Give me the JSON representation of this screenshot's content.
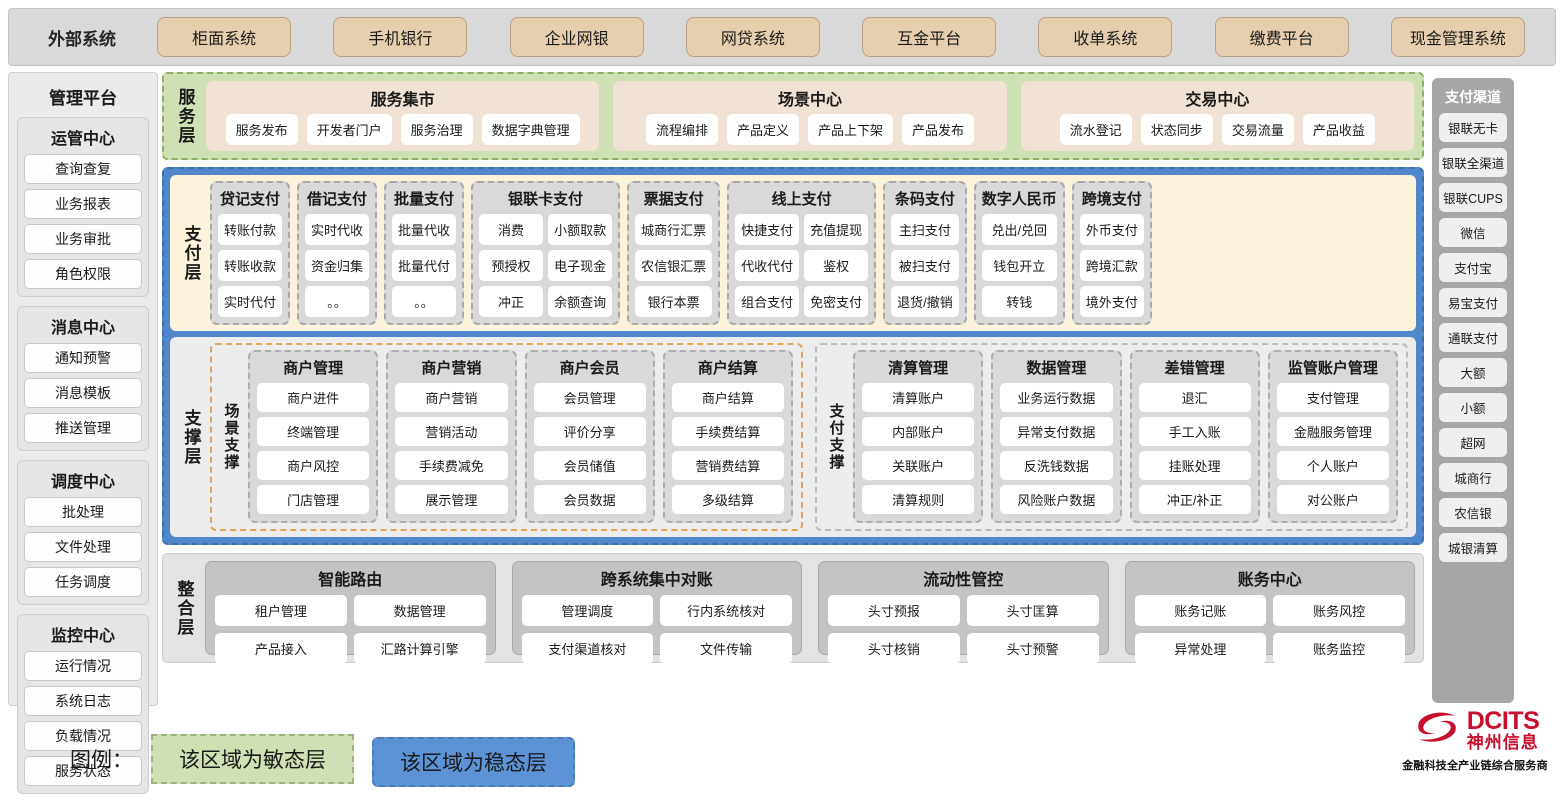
{
  "external": {
    "title": "外部系统",
    "items": [
      "柜面系统",
      "手机银行",
      "企业网银",
      "网贷系统",
      "互金平台",
      "收单系统",
      "缴费平台",
      "现金管理系统"
    ]
  },
  "left_panel": {
    "title": "管理平台",
    "groups": [
      {
        "title": "运管中心",
        "items": [
          "查询查复",
          "业务报表",
          "业务审批",
          "角色权限"
        ]
      },
      {
        "title": "消息中心",
        "items": [
          "通知预警",
          "消息模板",
          "推送管理"
        ]
      },
      {
        "title": "调度中心",
        "items": [
          "批处理",
          "文件处理",
          "任务调度"
        ]
      },
      {
        "title": "监控中心",
        "items": [
          "运行情况",
          "系统日志",
          "负载情况",
          "服务状态"
        ]
      }
    ]
  },
  "right_panel": {
    "title": "支付渠道",
    "items": [
      "银联无卡",
      "银联全渠道",
      "银联CUPS",
      "微信",
      "支付宝",
      "易宝支付",
      "通联支付",
      "大额",
      "小额",
      "超网",
      "城商行",
      "农信银",
      "城银清算"
    ]
  },
  "service_layer": {
    "label": "服务层",
    "cards": [
      {
        "title": "服务集市",
        "items": [
          "服务发布",
          "开发者门户",
          "服务治理",
          "数据字典管理"
        ]
      },
      {
        "title": "场景中心",
        "items": [
          "流程编排",
          "产品定义",
          "产品上下架",
          "产品发布"
        ]
      },
      {
        "title": "交易中心",
        "items": [
          "流水登记",
          "状态同步",
          "交易流量",
          "产品收益"
        ]
      }
    ]
  },
  "payment_layer": {
    "label": "支付层",
    "groups": [
      {
        "title": "贷记支付",
        "cols": 1,
        "items": [
          "转账付款",
          "转账收款",
          "实时代付"
        ]
      },
      {
        "title": "借记支付",
        "cols": 1,
        "items": [
          "实时代收",
          "资金归集",
          "。。"
        ]
      },
      {
        "title": "批量支付",
        "cols": 1,
        "items": [
          "批量代收",
          "批量代付",
          "。。"
        ]
      },
      {
        "title": "银联卡支付",
        "cols": 2,
        "items": [
          "消费",
          "小额取款",
          "预授权",
          "电子现金",
          "冲正",
          "余额查询"
        ]
      },
      {
        "title": "票据支付",
        "cols": 1,
        "items": [
          "城商行汇票",
          "农信银汇票",
          "银行本票"
        ]
      },
      {
        "title": "线上支付",
        "cols": 2,
        "items": [
          "快捷支付",
          "充值提现",
          "代收代付",
          "鉴权",
          "组合支付",
          "免密支付"
        ]
      },
      {
        "title": "条码支付",
        "cols": 1,
        "items": [
          "主扫支付",
          "被扫支付",
          "退货/撤销"
        ]
      },
      {
        "title": "数字人民币",
        "cols": 1,
        "items": [
          "兑出/兑回",
          "钱包开立",
          "转钱"
        ]
      },
      {
        "title": "跨境支付",
        "cols": 1,
        "items": [
          "外币支付",
          "跨境汇款",
          "境外支付"
        ]
      }
    ]
  },
  "support_layer": {
    "label": "支撑层",
    "zones": [
      {
        "label": "场景支撑",
        "groups": [
          {
            "title": "商户管理",
            "items": [
              "商户进件",
              "终端管理",
              "商户风控",
              "门店管理"
            ]
          },
          {
            "title": "商户营销",
            "items": [
              "商户营销",
              "营销活动",
              "手续费减免",
              "展示管理"
            ]
          },
          {
            "title": "商户会员",
            "items": [
              "会员管理",
              "评价分享",
              "会员储值",
              "会员数据"
            ]
          },
          {
            "title": "商户结算",
            "items": [
              "商户结算",
              "手续费结算",
              "营销费结算",
              "多级结算"
            ]
          }
        ]
      },
      {
        "label": "支付支撑",
        "groups": [
          {
            "title": "清算管理",
            "items": [
              "清算账户",
              "内部账户",
              "关联账户",
              "清算规则"
            ]
          },
          {
            "title": "数据管理",
            "items": [
              "业务运行数据",
              "异常支付数据",
              "反洗钱数据",
              "风险账户数据"
            ]
          },
          {
            "title": "差错管理",
            "items": [
              "退汇",
              "手工入账",
              "挂账处理",
              "冲正/补正"
            ]
          },
          {
            "title": "监管账户管理",
            "items": [
              "支付管理",
              "金融服务管理",
              "个人账户",
              "对公账户"
            ]
          }
        ]
      }
    ]
  },
  "integration_layer": {
    "label": "整合层",
    "cards": [
      {
        "title": "智能路由",
        "items": [
          "租户管理",
          "数据管理",
          "产品接入",
          "汇路计算引擎"
        ]
      },
      {
        "title": "跨系统集中对账",
        "items": [
          "管理调度",
          "行内系统核对",
          "支付渠道核对",
          "文件传输"
        ]
      },
      {
        "title": "流动性管控",
        "items": [
          "头寸预报",
          "头寸匡算",
          "头寸核销",
          "头寸预警"
        ]
      },
      {
        "title": "账务中心",
        "items": [
          "账务记账",
          "账务风控",
          "异常处理",
          "账务监控"
        ]
      }
    ]
  },
  "legend": {
    "label": "图例：",
    "agile": "该区域为敏态层",
    "stable": "该区域为稳态层",
    "agile_color": "#cfe0b4",
    "stable_color": "#5b93d6"
  },
  "logo": {
    "en": "DCITS",
    "cn": "神州信息",
    "tagline": "金融科技全产业链综合服务商",
    "color": "#c8102e"
  }
}
